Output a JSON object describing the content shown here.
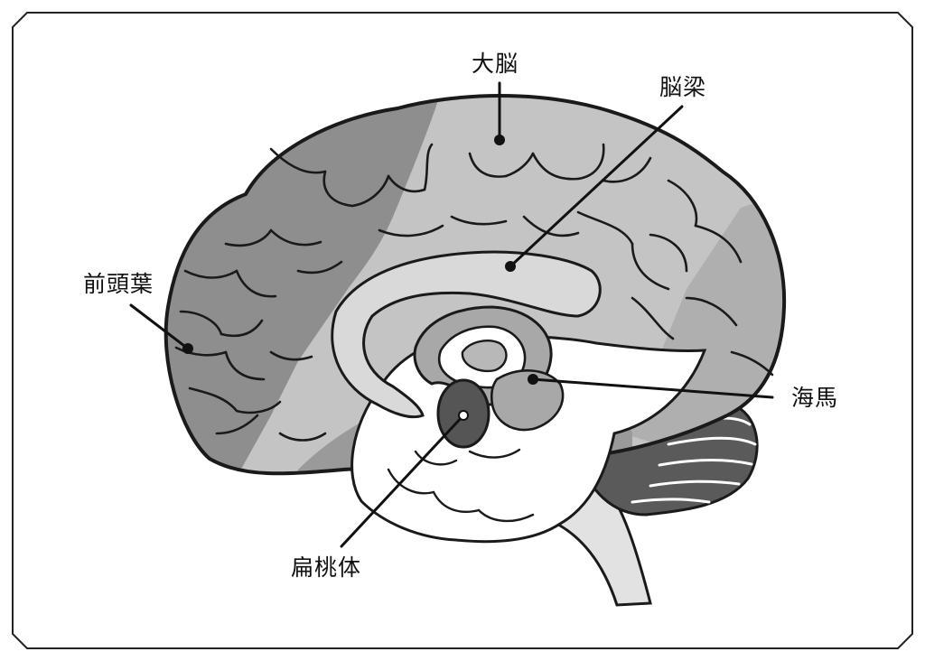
{
  "diagram": {
    "labels": {
      "cerebrum": "大脳",
      "corpus_callosum": "脳梁",
      "frontal_lobe": "前頭葉",
      "hippocampus": "海馬",
      "amygdala": "扁桃体"
    },
    "colors": {
      "frame_border": "#222222",
      "outline": "#1a1a1a",
      "frontal_lobe": "#8e8e8e",
      "cerebrum_light": "#c4c4c4",
      "rear_lobe": "#afafaf",
      "corpus_callosum": "#d9d9d9",
      "inner_ring": "#a8a8a8",
      "thalamus": "#b8b8b8",
      "amygdala": "#555555",
      "cerebellum": "#5a5a5a",
      "brainstem": "#e2e2e2",
      "diencephalon": "#ffffff"
    }
  }
}
